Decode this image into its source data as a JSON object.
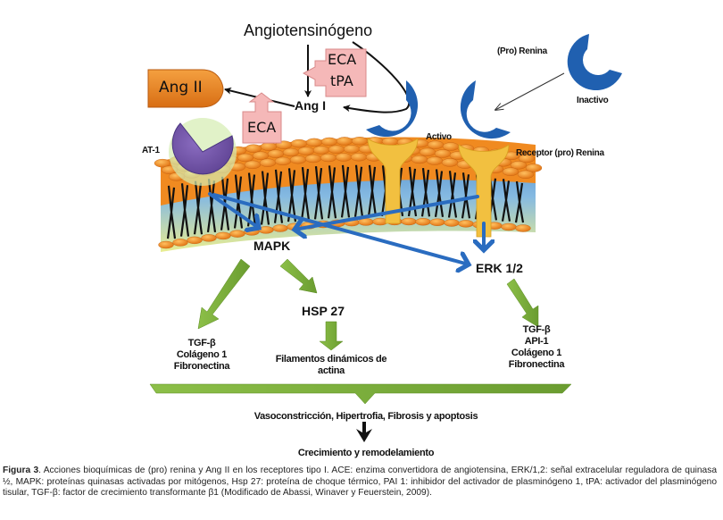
{
  "figure": {
    "labels": {
      "angiotensinogen": "Angiotensinógeno",
      "ang_i": "Ang I",
      "ang_ii": "Ang II",
      "eca_tpa_top": "ECA",
      "eca_tpa_bottom": "tPA",
      "eca": "ECA",
      "at1": "AT-1",
      "pro_renina": "(Pro) Renina",
      "inactivo": "Inactivo",
      "activo": "Activo",
      "receptor_pro_renina": "Receptor (pro) Renina",
      "mapk": "MAPK",
      "erk": "ERK 1/2",
      "hsp27": "HSP 27",
      "left_outputs": [
        "TGF-β",
        "Colágeno 1",
        "Fibronectina"
      ],
      "center_outputs": [
        "Filamentos dinámicos de",
        "actina"
      ],
      "right_outputs": [
        "TGF-β",
        "API-1",
        "Colágeno 1",
        "Fibronectina"
      ],
      "effects": "Vasoconstricción, Hipertrofia, Fibrosis y apoptosis",
      "outcome": "Crecimiento y remodelamiento"
    },
    "colors": {
      "ang_ii_fill": "#e8862a",
      "enzyme_box": "#f5b8b8",
      "at1_receptor": "#7a5aa8",
      "renin": "#2060b0",
      "receptor_stalk": "#f2c040",
      "signal_arrow": "#2a6cc0",
      "green_arrow": "#7aab3a",
      "membrane_head": "#f08a20",
      "membrane_core": "#5a9ad0"
    }
  },
  "caption": {
    "label": "Figura 3",
    "text": ". Acciones bioquímicas de (pro) renina y Ang II en los receptores tipo I. ACE: enzima convertidora de angiotensina, ERK/1,2: señal extracelular reguladora de quinasa ½, MAPK: proteínas quinasas activadas por mitógenos, Hsp 27: proteína de choque térmico, PAI 1: inhibidor del activador de plasminógeno 1, tPA: activador del plasminógeno tisular, TGF-β: factor de crecimiento transformante β1 (Modificado de Abassi, Winaver y Feuerstein, 2009)."
  }
}
